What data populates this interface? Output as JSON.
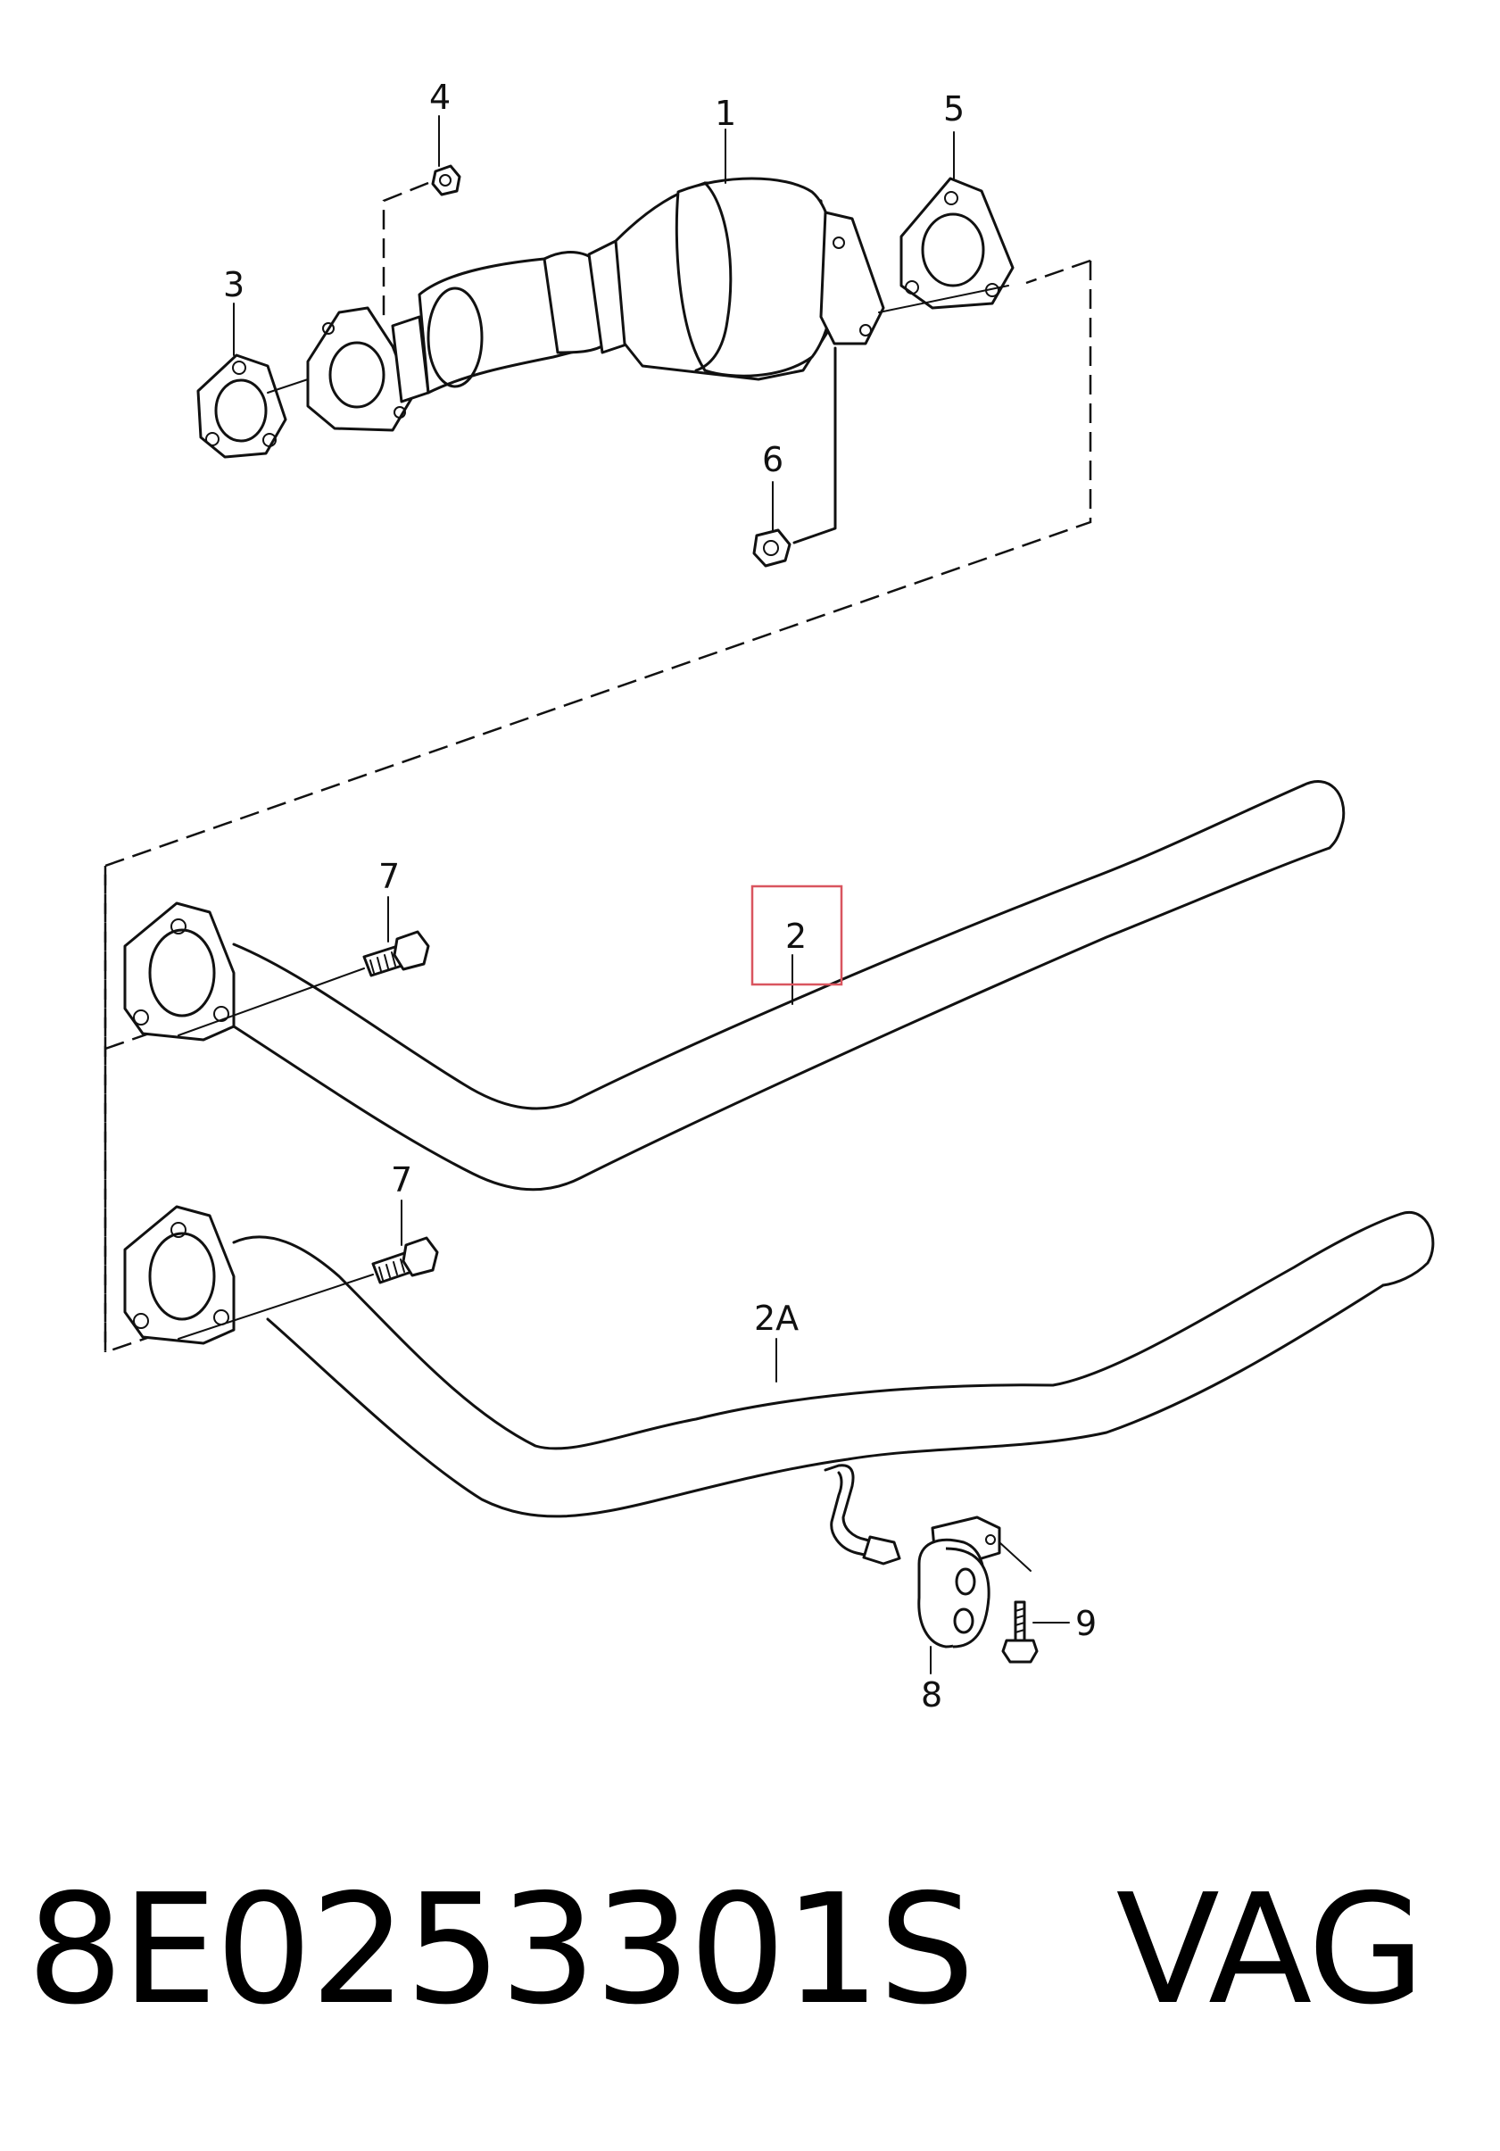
{
  "labels": {
    "p1": "1",
    "p2": "2",
    "p2a": "2A",
    "p3": "3",
    "p4": "4",
    "p5": "5",
    "p6": "6",
    "p7a": "7",
    "p7b": "7",
    "p8": "8",
    "p9": "9"
  },
  "highlight": {
    "label": "2",
    "color": "#d9555f"
  },
  "footer": {
    "part_number": "8E0253301S",
    "brand": "VAG"
  }
}
